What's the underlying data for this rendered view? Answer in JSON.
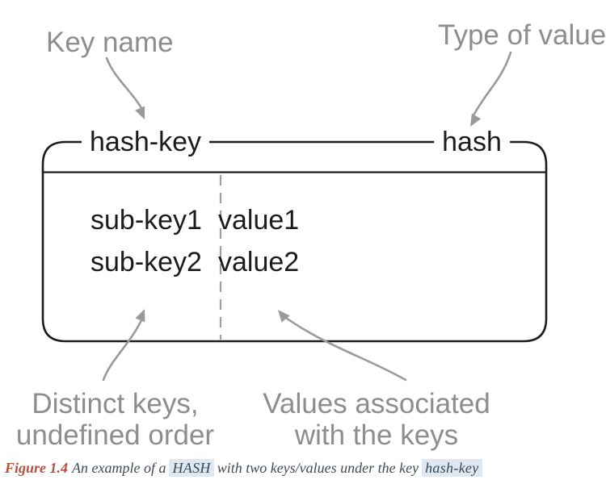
{
  "top_labels": {
    "key_name": "Key name",
    "type_of_value": "Type of value"
  },
  "box": {
    "key_name": "hash-key",
    "value_type": "hash",
    "rows": [
      {
        "key": "sub-key1",
        "value": "value1"
      },
      {
        "key": "sub-key2",
        "value": "value2"
      }
    ]
  },
  "bottom_labels": {
    "distinct_line1": "Distinct keys,",
    "distinct_line2": "undefined order",
    "values_line1": "Values associated",
    "values_line2": "with the keys"
  },
  "caption": {
    "figure_label": "Figure 1.4",
    "text_before": "An example of a",
    "hash_term": "HASH",
    "text_middle": "with two keys/values under the key",
    "key_term": "hash-key"
  },
  "colors": {
    "box_border": "#1c1c1c",
    "diagram_text": "#1b1b1b",
    "annotation_gray": "#8d8d8d",
    "arrow_gray": "#9a9a9a",
    "dash_gray": "#9e9e9e",
    "caption_red": "#b5503c",
    "caption_text": "#3f4b57",
    "highlight_bg": "#dfe7f0"
  }
}
